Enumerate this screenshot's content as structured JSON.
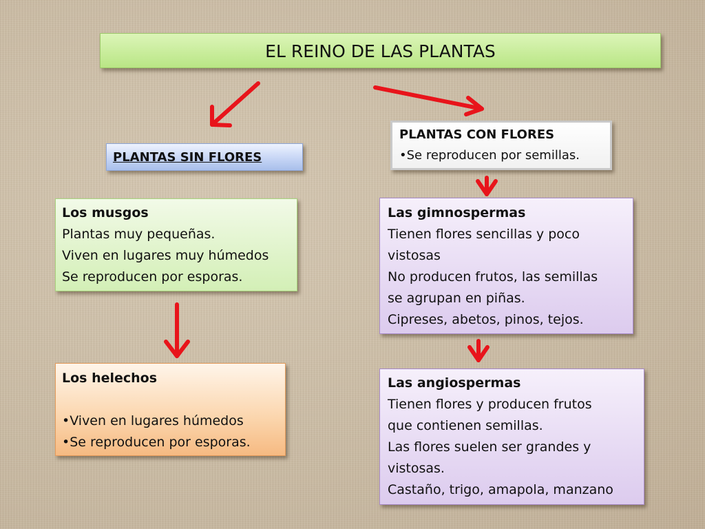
{
  "title": "EL REINO DE LAS PLANTAS",
  "sin_flores": {
    "label": "PLANTAS SIN FLORES"
  },
  "con_flores": {
    "heading": "PLANTAS CON FLORES",
    "lines": [
      "•Se reproducen por semillas."
    ]
  },
  "musgos": {
    "heading": "Los musgos",
    "lines": [
      "Plantas muy pequeñas.",
      "Viven en lugares muy húmedos",
      "Se reproducen por esporas."
    ]
  },
  "helechos": {
    "heading": "Los helechos",
    "lines": [
      "•Viven en lugares húmedos",
      "•Se reproducen por esporas."
    ]
  },
  "gimnospermas": {
    "heading": "Las gimnospermas",
    "lines": [
      "Tienen flores sencillas y poco",
      "vistosas",
      "No producen frutos, las semillas",
      "se agrupan en piñas.",
      "Cipreses, abetos, pinos, tejos."
    ]
  },
  "angiospermas": {
    "heading": "Las angiospermas",
    "lines": [
      "Tienen flores y producen frutos",
      "que contienen semillas.",
      "Las flores suelen ser grandes y",
      "vistosas.",
      "Castaño, trigo, amapola, manzano"
    ]
  },
  "colors": {
    "arrow": "#e8141b"
  }
}
